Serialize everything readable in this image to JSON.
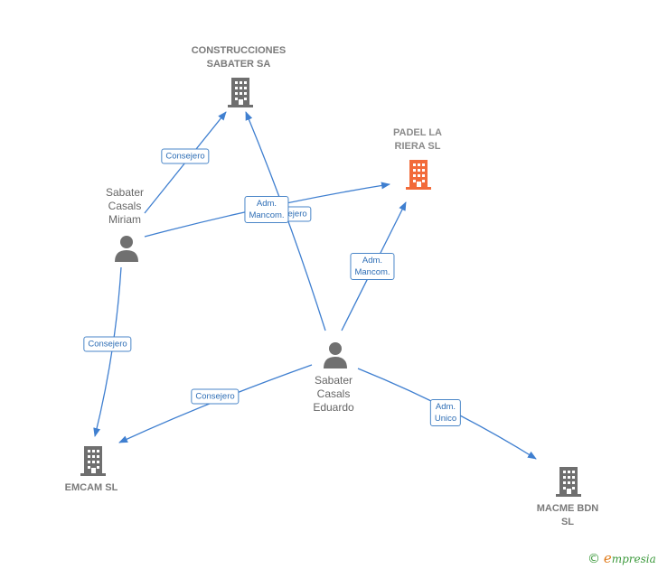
{
  "nodes": {
    "construcciones": {
      "label": "CONSTRUCCIONES\nSABATER SA",
      "icon": "building-icon",
      "color": "#6f6f6f"
    },
    "padel": {
      "label": "PADEL LA\nRIERA  SL",
      "icon": "building-icon",
      "color": "#f26b3a"
    },
    "miriam": {
      "label": "Sabater\nCasals\nMiriam",
      "icon": "person-icon",
      "color": "#707070"
    },
    "eduardo": {
      "label": "Sabater\nCasals\nEduardo",
      "icon": "person-icon",
      "color": "#707070"
    },
    "emcam": {
      "label": "EMCAM SL",
      "icon": "building-icon",
      "color": "#6f6f6f"
    },
    "macme": {
      "label": "MACME BDN\nSL",
      "icon": "building-icon",
      "color": "#6f6f6f"
    }
  },
  "edges": {
    "miriam_construcciones": "Consejero",
    "miriam_padel": "Consejero",
    "eduardo_construcciones": "Adm.\nMancom.",
    "eduardo_padel": "Adm.\nMancom.",
    "miriam_emcam": "Consejero",
    "eduardo_emcam": "Consejero",
    "eduardo_macme": "Adm.\nUnico"
  },
  "footer": {
    "copyright": "©",
    "brand_initial": "e",
    "brand_rest": "mpresia"
  },
  "colors": {
    "edge": "#3f7fd0",
    "label_border": "#4a86c8"
  }
}
